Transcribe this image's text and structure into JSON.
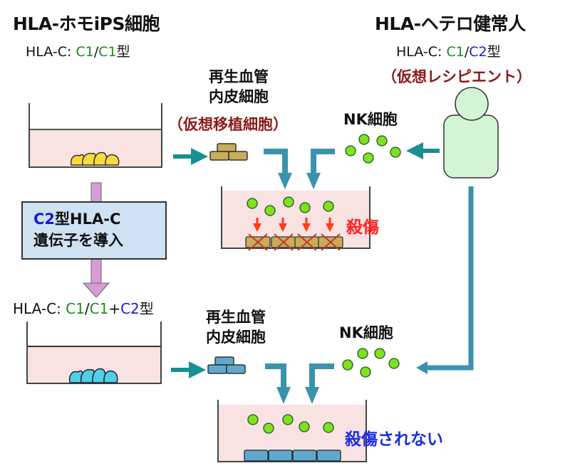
{
  "left_header": {
    "title": "HLA-ホモiPS細胞",
    "hla_prefix": "HLA-C: ",
    "allele1": "C1",
    "slash": "/",
    "allele2": "C1",
    "suffix": "型"
  },
  "right_header": {
    "title": "HLA-ヘテロ健常人",
    "hla_prefix": "HLA-C: ",
    "allele1": "C1",
    "slash": "/",
    "allele2": "C2",
    "suffix": "型",
    "role": "（仮想レシピエント）"
  },
  "top_row": {
    "endothelial_line1": "再生血管",
    "endothelial_line2": "内皮細胞",
    "virtual_graft": "（仮想移植細胞）",
    "nk_label": "NK細胞",
    "result": "殺傷"
  },
  "gene_box": {
    "line1_allele": "C2",
    "line1_rest": "型HLA-C",
    "line2": "遺伝子を導入"
  },
  "bottom_header": {
    "hla_prefix": "HLA-C: ",
    "allele1": "C1",
    "slash": "/",
    "allele2": "C1",
    "plus": "+",
    "allele3": "C2",
    "suffix": "型"
  },
  "bottom_row": {
    "endothelial_line1": "再生血管",
    "endothelial_line2": "内皮細胞",
    "nk_label": "NK細胞",
    "result": "殺傷されない"
  },
  "colors": {
    "ips_original": "#f5dc3c",
    "ips_modified": "#4fd0e6",
    "endothelial_original": "#c9ac5a",
    "endothelial_modified": "#5fa8cc",
    "nk_cell": "#7ee21e",
    "flow_arrow": "#3a93ad",
    "teal_arrow": "#1a8f8f",
    "medium": "#f8e2e2",
    "person": "#d3f5d3",
    "kill_mark": "#ff3b1a",
    "gene_arrow": "#d99bd3"
  }
}
